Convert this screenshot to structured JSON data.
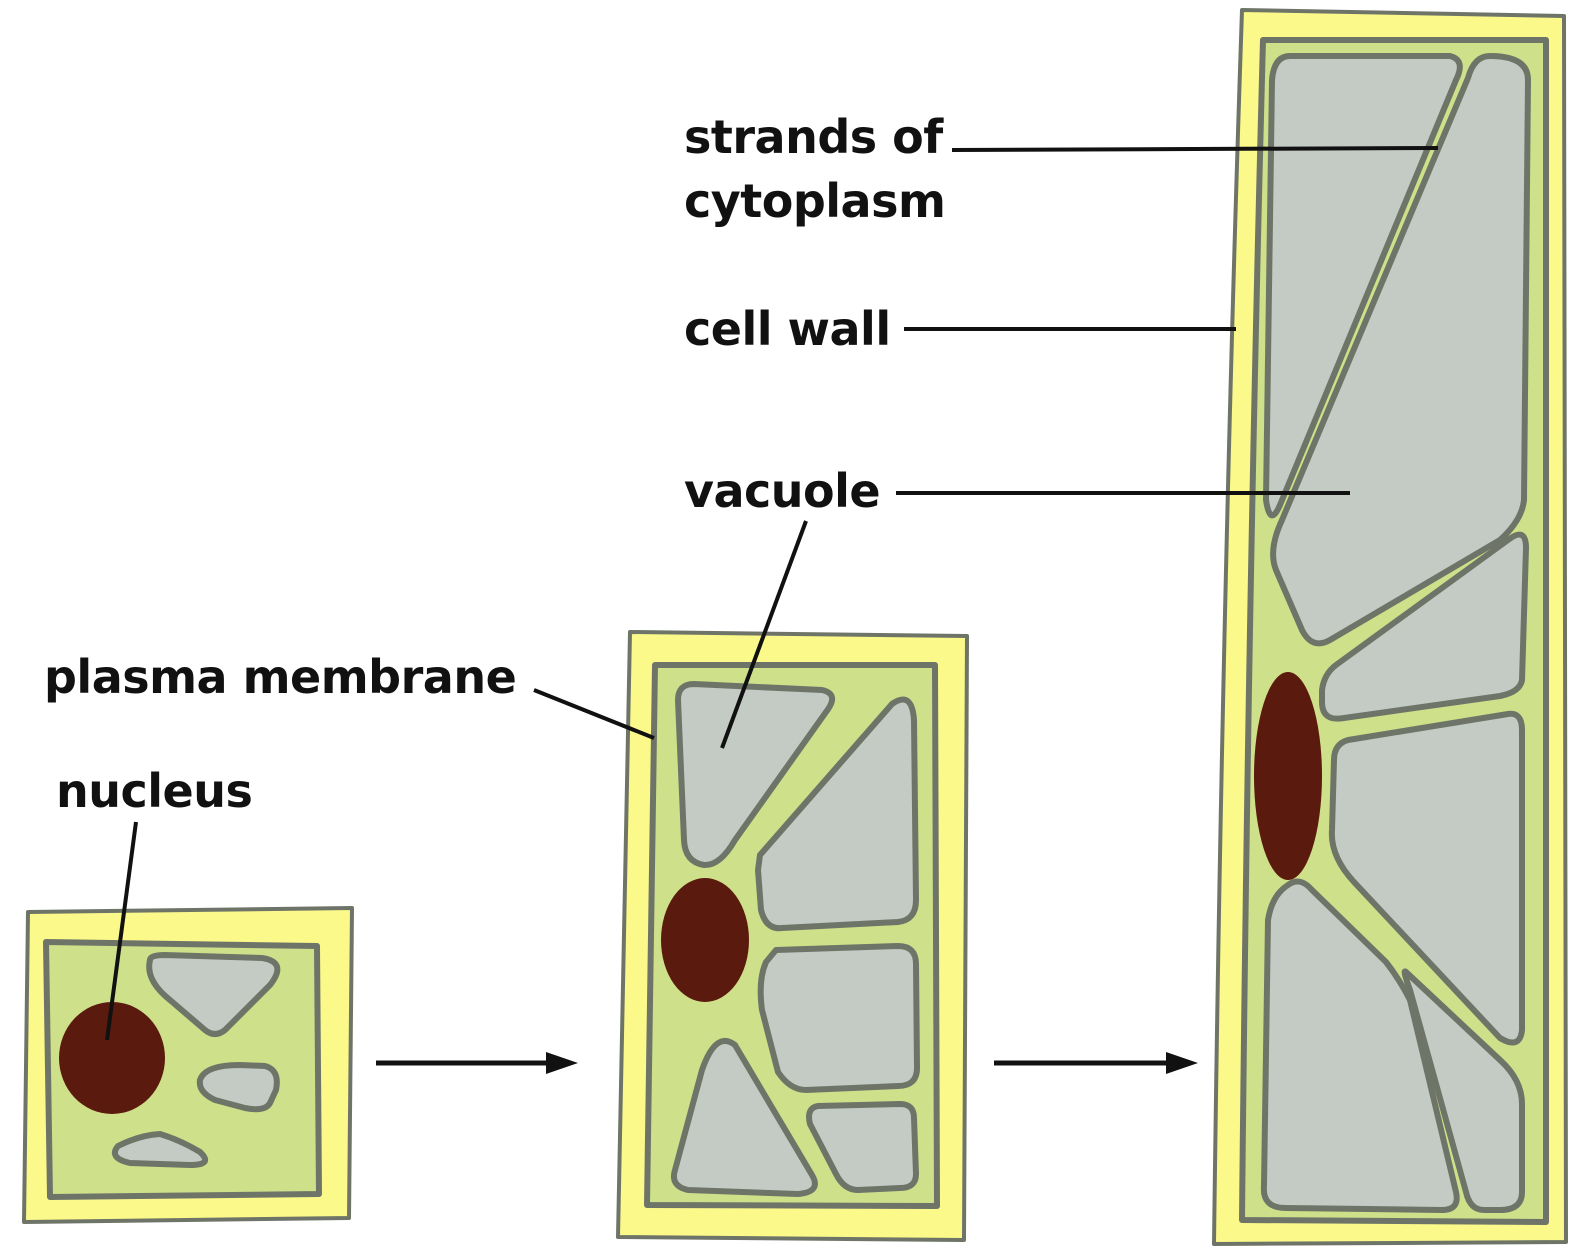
{
  "labels": {
    "strands_line1": "strands of",
    "strands_line2": "cytoplasm",
    "cell_wall": "cell wall",
    "vacuole": "vacuole",
    "plasma_membrane": "plasma membrane",
    "nucleus": "nucleus"
  },
  "colors": {
    "cell_wall": "#fbf98a",
    "cytoplasm": "#cfe08a",
    "vacuole": "#c3cbc4",
    "nucleus": "#5a1a0d",
    "outline": "#6e7568",
    "leader": "#111111"
  }
}
